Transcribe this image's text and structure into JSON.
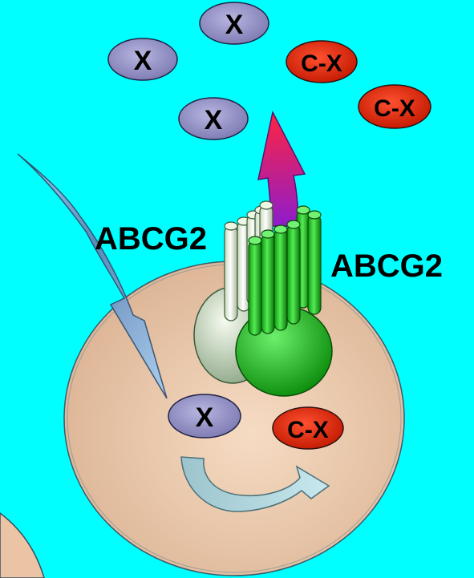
{
  "diagram": {
    "background_color": "#00ffff",
    "labels": {
      "transporter_left": "ABCG2",
      "transporter_right": "ABCG2"
    },
    "molecules": {
      "x_label": "X",
      "cx_label": "C-X",
      "x_color": "#9a98c8",
      "cx_color": "#e02808"
    },
    "colors": {
      "cell": "#edc7a9",
      "transporter_light": "#e6f2d8",
      "transporter_dark": "#18b818",
      "efflux_arrow_top": "#ff2040",
      "efflux_arrow_bottom": "#a020c0",
      "uptake_arrow": "#8ab8e8",
      "conversion_arrow": "#b6dee6"
    }
  }
}
